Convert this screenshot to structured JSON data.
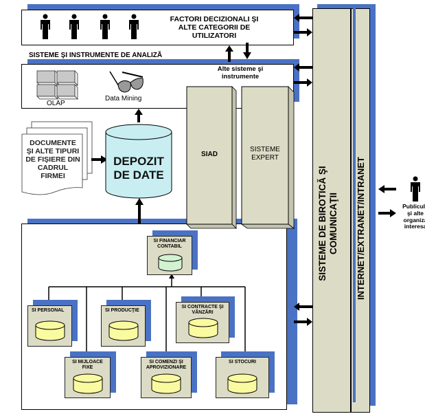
{
  "users": {
    "label": "FACTORI DECIZIONALI ŞI ALTE CATEGORII DE UTILIZATORI",
    "line1": "FACTORI DECIZIONALI ŞI",
    "line2": "ALTE CATEGORII DE",
    "line3": "UTILIZATORI",
    "icon": "person-icon",
    "count": 4
  },
  "analysis": {
    "section_title": "SISTEME ŞI INSTRUMENTE DE ANALIZĂ",
    "olap_label": "OLAP",
    "data_mining_label": "Data Mining",
    "other_line1": "Alte sisteme şi",
    "other_line2": "instrumente"
  },
  "documents": {
    "line1": "DOCUMENTE",
    "line2": "ŞI ALTE TIPURI",
    "line3": "DE FIŞIERE DIN",
    "line4": "CADRUL",
    "line5": "FIRMEI"
  },
  "warehouse": {
    "line1": "DEPOZIT",
    "line2": "DE DATE"
  },
  "siad": {
    "label": "SIAD"
  },
  "expert": {
    "line1": "SISTEME",
    "line2": "EXPERT"
  },
  "subsystems": {
    "financiar": {
      "line1": "SI FINANCIAR",
      "line2": "CONTABIL"
    },
    "personal": {
      "line1": "SI PERSONAL",
      "line2": ""
    },
    "productie": {
      "line1": "SI PRODUCŢIE",
      "line2": ""
    },
    "contracte": {
      "line1": "SI CONTRACTE ŞI",
      "line2": "VÂNZĂRI"
    },
    "mijloace": {
      "line1": "SI MIJLOACE",
      "line2": "FIXE"
    },
    "comenzi": {
      "line1": "SI COMENZI ŞI",
      "line2": "APROVIZIONARE"
    },
    "stocuri": {
      "line1": "SI STOCURI",
      "line2": ""
    }
  },
  "communications": {
    "line1": "SISTEME DE BIROTICĂ ŞI",
    "line2": "COMUNICAŢII"
  },
  "network": {
    "label": "INTERNET/EXTRANET/INTRANET"
  },
  "public": {
    "line1": "Publicul l",
    "line2": "şi alte",
    "line3": "organiza",
    "line4": "interesa"
  },
  "colors": {
    "shadow_blue": "#4a72c4",
    "panel_beige": "#dcdcc6",
    "warehouse_cyan": "#c8eef2",
    "db_yellow": "#fafaa0",
    "db_green": "#d2f2d2"
  }
}
